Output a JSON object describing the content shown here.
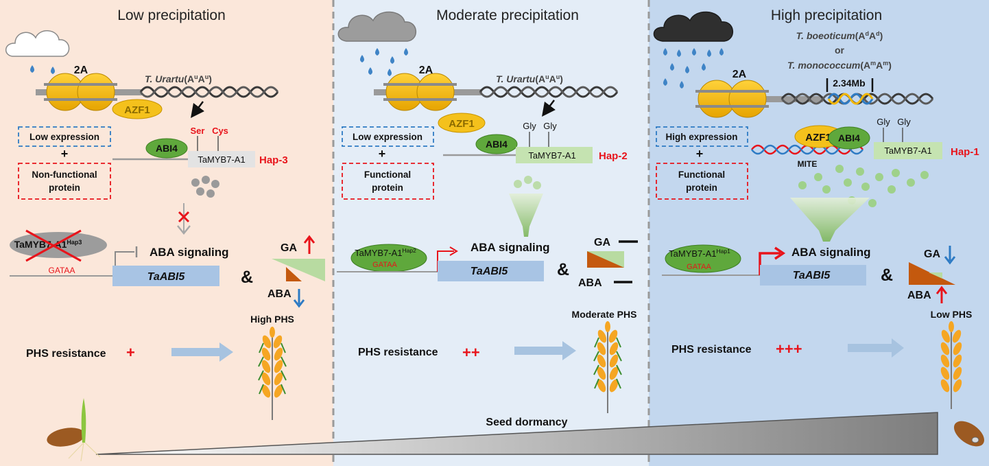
{
  "panels": [
    {
      "title": "Low precipitation",
      "species": "T. Urartu",
      "genome": "(A",
      "genome_sup1": "u",
      "genome_mid": "A",
      "genome_sup2": "u",
      "genome_end": ")",
      "chromosome": "2A",
      "azf1": "AZF1",
      "abi4": "ABI4",
      "residue_1": "Ser",
      "residue_2": "Cys",
      "gene_box": "TaMYB7-A1",
      "haplotype": "Hap-3",
      "expression": "Low expression",
      "plus": "+",
      "protein": "Non-functional protein",
      "protein_line1": "Non-functional",
      "protein_line2": "protein",
      "factor_label": "TaMYB7-A1",
      "factor_sup": "Hap3",
      "motif": "GATAA",
      "signaling": "ABA signaling",
      "target": "TaABI5",
      "amp": "&",
      "ga": "GA",
      "aba": "ABA",
      "phs_level": "High PHS",
      "resistance_label": "PHS resistance",
      "resistance_marks": "+"
    },
    {
      "title": "Moderate precipitation",
      "species": "T. Urartu",
      "genome": "(A",
      "genome_sup1": "u",
      "genome_mid": "A",
      "genome_sup2": "u",
      "genome_end": ")",
      "chromosome": "2A",
      "azf1": "AZF1",
      "abi4": "ABI4",
      "residue_1": "Gly",
      "residue_2": "Gly",
      "gene_box": "TaMYB7-A1",
      "haplotype": "Hap-2",
      "expression": "Low expression",
      "plus": "+",
      "protein_line1": "Functional",
      "protein_line2": "protein",
      "factor_label": "TaMYB7-A1",
      "factor_sup": "Hap2",
      "motif": "GATAA",
      "signaling": "ABA signaling",
      "target": "TaABI5",
      "amp": "&",
      "ga": "GA",
      "aba": "ABA",
      "phs_level": "Moderate PHS",
      "resistance_label": "PHS resistance",
      "resistance_marks": "++"
    },
    {
      "title": "High precipitation",
      "species_1": "T. boeoticum",
      "genome_1": "(A",
      "genome_1_sup1": "d",
      "genome_1_mid": "A",
      "genome_1_sup2": "d",
      "genome_1_end": ")",
      "or": "or",
      "species_2": "T. monococcum",
      "genome_2": "(A",
      "genome_2_sup1": "m",
      "genome_2_mid": "A",
      "genome_2_sup2": "m",
      "genome_2_end": ")",
      "insert_size": "2.34Mb",
      "chromosome": "2A",
      "azf1": "AZF1",
      "abi4": "ABI4",
      "residue_1": "Gly",
      "residue_2": "Gly",
      "gene_box": "TaMYB7-A1",
      "haplotype": "Hap-1",
      "mite": "MITE",
      "expression": "High expression",
      "plus": "+",
      "protein_line1": "Functional",
      "protein_line2": "protein",
      "factor_label": "TaMYB7-A1",
      "factor_sup": "Hap1",
      "motif": "GATAA",
      "signaling": "ABA signaling",
      "target": "TaABI5",
      "amp": "&",
      "ga": "GA",
      "aba": "ABA",
      "phs_level": "Low PHS",
      "resistance_label": "PHS resistance",
      "resistance_marks": "+++"
    }
  ],
  "footer": {
    "gradient_label": "Seed dormancy"
  },
  "colors": {
    "panel_low": "#fbe7da",
    "panel_moderate": "#e4edf7",
    "panel_high": "#c3d7ee",
    "nucleosome": "#f2b705",
    "abi4": "#5fa83c",
    "azf1": "#f4c11c",
    "red": "#e8141b",
    "blue_arrow": "#2e7bc4",
    "triangle_brown": "#c4590e",
    "triangle_green": "#b8dba1",
    "gene_box_grey": "#e3e3e3",
    "gene_box_green": "#c5e3b1",
    "target_box": "#a8c4e4",
    "drop": "#3f84c6"
  }
}
